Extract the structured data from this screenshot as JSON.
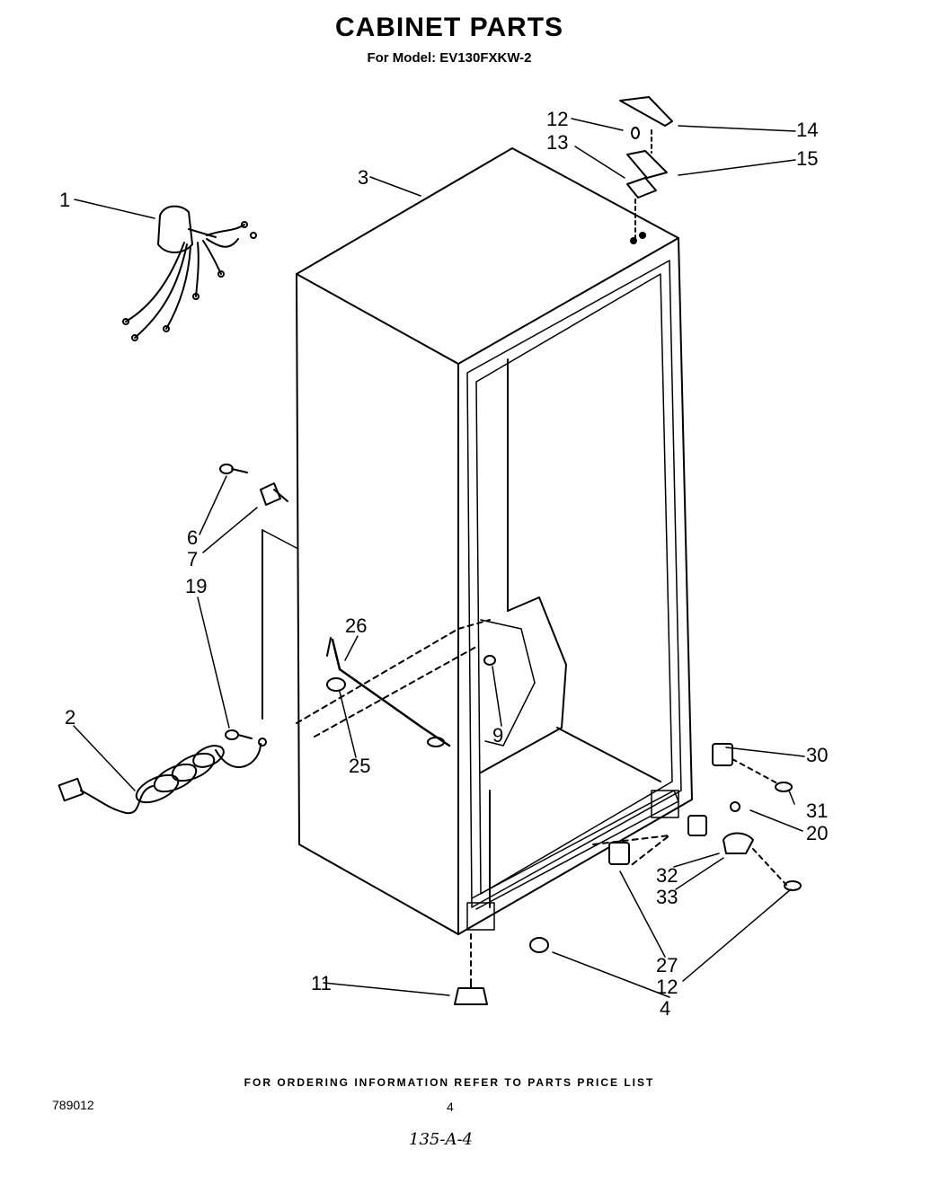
{
  "title": "CABINET PARTS",
  "subtitle": "For Model: EV130FXKW-2",
  "callouts": {
    "c1": "1",
    "c2": "2",
    "c3": "3",
    "c4": "4",
    "c6": "6",
    "c7": "7",
    "c9": "9",
    "c11": "11",
    "c12a": "12",
    "c12b": "12",
    "c13": "13",
    "c14": "14",
    "c15": "15",
    "c19": "19",
    "c20": "20",
    "c25": "25",
    "c26": "26",
    "c27": "27",
    "c30": "30",
    "c31": "31",
    "c32": "32",
    "c33": "33"
  },
  "footer": {
    "ordering_info": "FOR ORDERING INFORMATION REFER TO PARTS PRICE LIST",
    "doc_code": "789012",
    "page_number": "4",
    "handwritten_note": "135-A-4"
  }
}
